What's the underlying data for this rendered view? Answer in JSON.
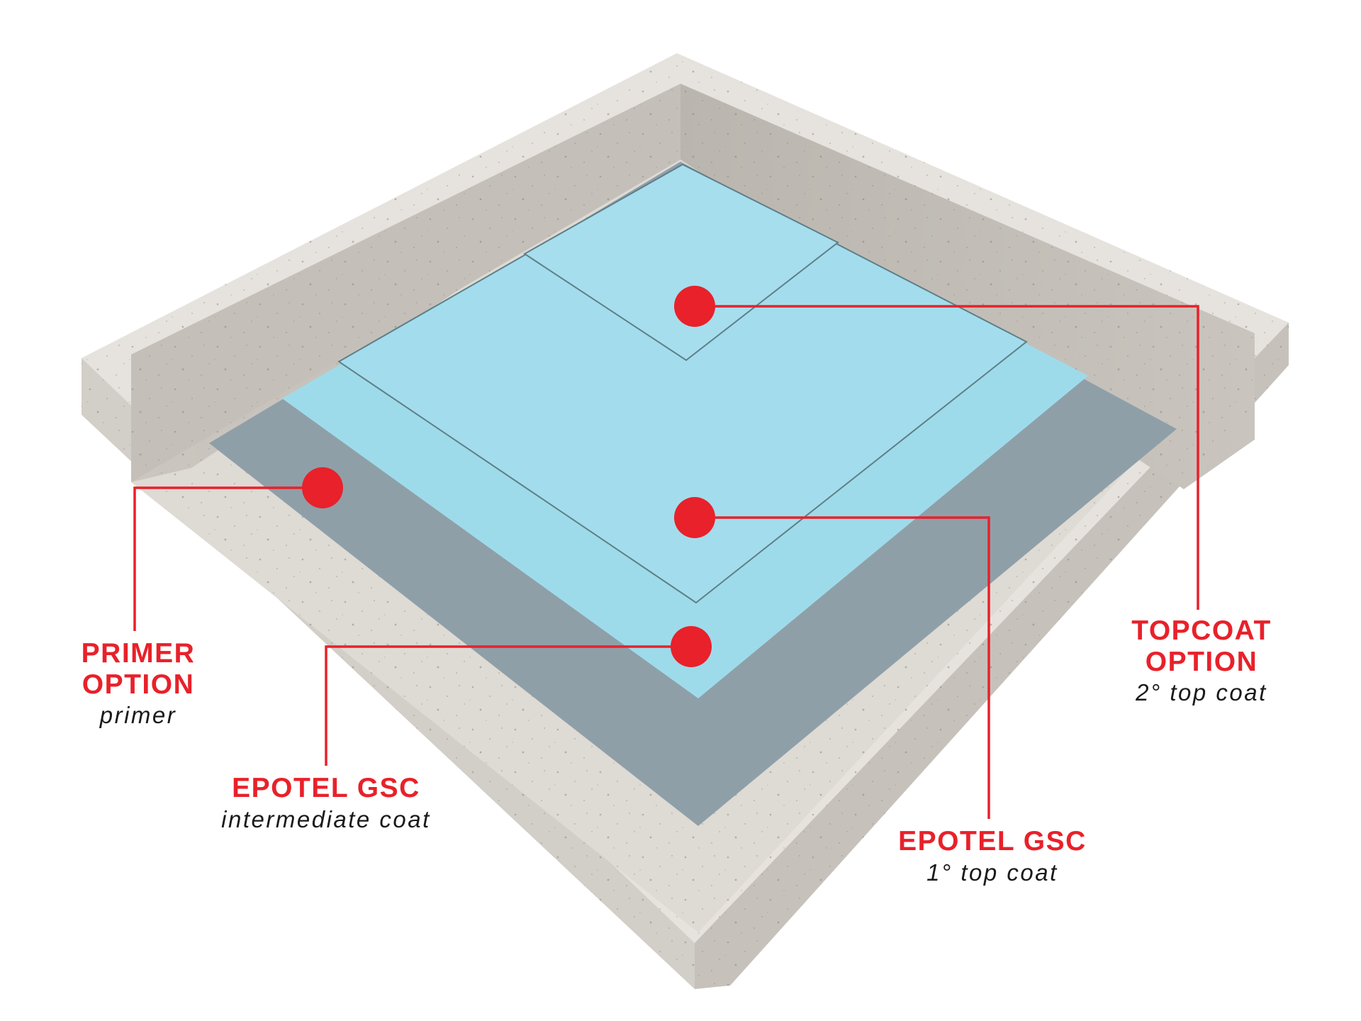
{
  "colors": {
    "accent_red": "#e8212a",
    "concrete_top": "#e4e1dc",
    "concrete_side": "#cfcbc4",
    "concrete_inner_wall": "#c2beb7",
    "primer_grey": "#8f9fa8",
    "coat_blue": "#9edbea",
    "text_dark": "#1a1a1a"
  },
  "layers": [
    {
      "id": "primer",
      "title_lines": [
        "PRIMER",
        "OPTION"
      ],
      "subtitle": "primer"
    },
    {
      "id": "intermediate",
      "title_lines": [
        "EPOTEL GSC"
      ],
      "subtitle": "intermediate coat"
    },
    {
      "id": "topcoat1",
      "title_lines": [
        "EPOTEL GSC"
      ],
      "subtitle": "1° top coat"
    },
    {
      "id": "topcoat2",
      "title_lines": [
        "TOPCOAT",
        "OPTION"
      ],
      "subtitle": "2° top coat"
    }
  ]
}
